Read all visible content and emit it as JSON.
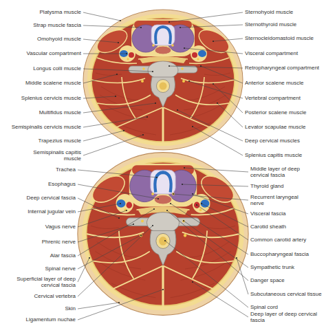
{
  "diagram": {
    "labels": [
      "Platysma muscle",
      "Strap muscle fascia",
      "Omohyoid muscle",
      "Vascular compartment",
      "Longus colli muscle",
      "Middle scalene muscle",
      "Splenius cervicis muscle",
      "Multifidus muscle",
      "Semispinalis cervicis muscle",
      "Trapezius muscle",
      "Semispinalis capitis muscle",
      "Sternohyoid muscle",
      "Sternothyroid muscle",
      "Sternocleidomastoid muscle",
      "Visceral compartment",
      "Retropharyngeal compartment",
      "Anterior scalene muscle",
      "Vertebral compartment",
      "Posterior scalene muscle",
      "Levator scapulae muscle",
      "Deep cervical muscles",
      "Splenius capitis muscle",
      "Trachea",
      "Esophagus",
      "Deep cervical fascia",
      "Internal jugular vein",
      "Vagus nerve",
      "Phrenic nerve",
      "Alar fascia",
      "Spinal nerve",
      "Superficial layer of deep cervical fascia",
      "Cervical vertebra",
      "Skin",
      "Ligamentum nuchae",
      "Middle layer of deep cervical fascia",
      "Thyroid gland",
      "Recurrent laryngeal nerve",
      "Visceral fascia",
      "Carotid sheath",
      "Common carotid artery",
      "Buccopharyngeal fascia",
      "Sympathetic trunk",
      "Danger space",
      "Subcutaneous cervical tissue",
      "Spinal cord",
      "Deep layer of deep cervical fascia"
    ]
  }
}
